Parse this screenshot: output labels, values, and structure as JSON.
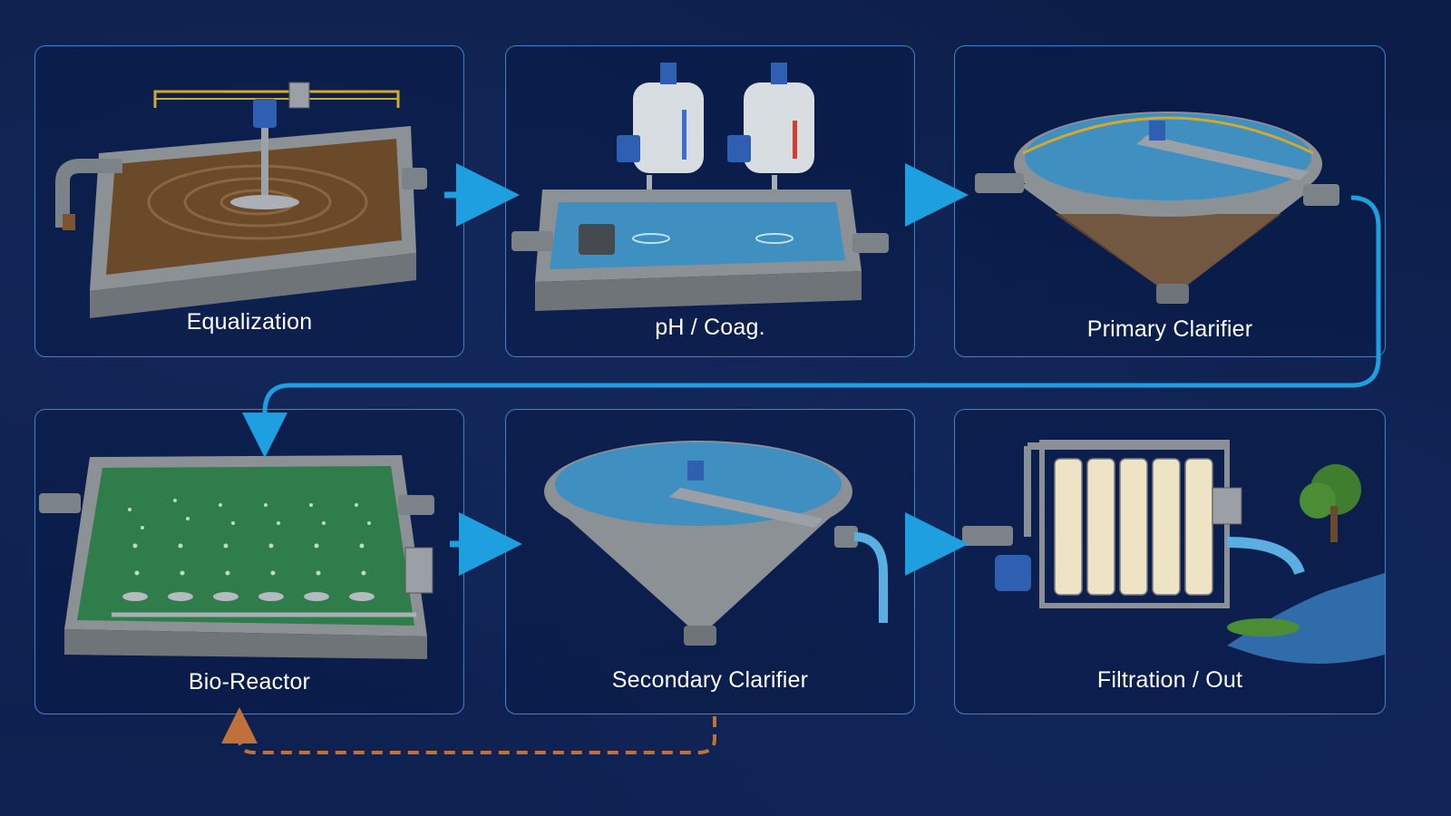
{
  "diagram": {
    "stages": [
      {
        "label": "Equalization"
      },
      {
        "label": "pH / Coag."
      },
      {
        "label": "Primary Clarifier"
      },
      {
        "label": "Bio-Reactor"
      },
      {
        "label": "Secondary Clarifier"
      },
      {
        "label": "Filtration / Out"
      }
    ]
  },
  "colors": {
    "background": "#0d1f4a",
    "panel_border": "#3f7fc4",
    "flow_arrow": "#1e9fe0",
    "recycle_arrow": "#c2703a",
    "sludge_water": "#6b4a2a",
    "clean_water": "#3f8fc0",
    "bio_water": "#2f7d4a"
  },
  "icons": {
    "equalization": "mixing-tank-icon",
    "ph_coag": "chemical-dosing-tank-icon",
    "primary_clarifier": "circular-clarifier-icon",
    "bio_reactor": "aeration-basin-icon",
    "secondary_clarifier": "circular-clarifier-icon",
    "filtration": "membrane-filter-icon"
  }
}
